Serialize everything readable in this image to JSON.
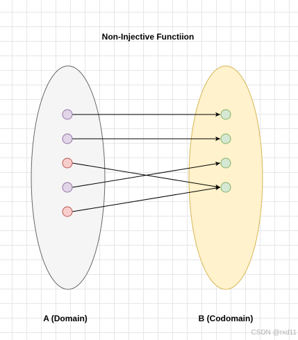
{
  "title": "Non-Injective Functiion",
  "domain": {
    "label": "A (Domain)",
    "fill": "#f5f5f5",
    "stroke": "#666666",
    "elements": [
      {
        "fill": "#e1d5e7",
        "stroke": "#9673a6"
      },
      {
        "fill": "#e1d5e7",
        "stroke": "#9673a6"
      },
      {
        "fill": "#f8cecc",
        "stroke": "#b85450"
      },
      {
        "fill": "#e1d5e7",
        "stroke": "#9673a6"
      },
      {
        "fill": "#f8cecc",
        "stroke": "#b85450"
      }
    ]
  },
  "codomain": {
    "label": "B (Codomain)",
    "fill": "#fff2cc",
    "stroke": "#d6b656",
    "elements": [
      {
        "fill": "#d5e8d4",
        "stroke": "#82b366"
      },
      {
        "fill": "#d5e8d4",
        "stroke": "#82b366"
      },
      {
        "fill": "#d5e8d4",
        "stroke": "#82b366"
      },
      {
        "fill": "#d5e8d4",
        "stroke": "#82b366"
      }
    ]
  },
  "mappings": [
    {
      "from": 0,
      "to": 0
    },
    {
      "from": 1,
      "to": 1
    },
    {
      "from": 2,
      "to": 3
    },
    {
      "from": 3,
      "to": 2
    },
    {
      "from": 4,
      "to": 3
    }
  ],
  "watermark": "CSDN @rxd11"
}
